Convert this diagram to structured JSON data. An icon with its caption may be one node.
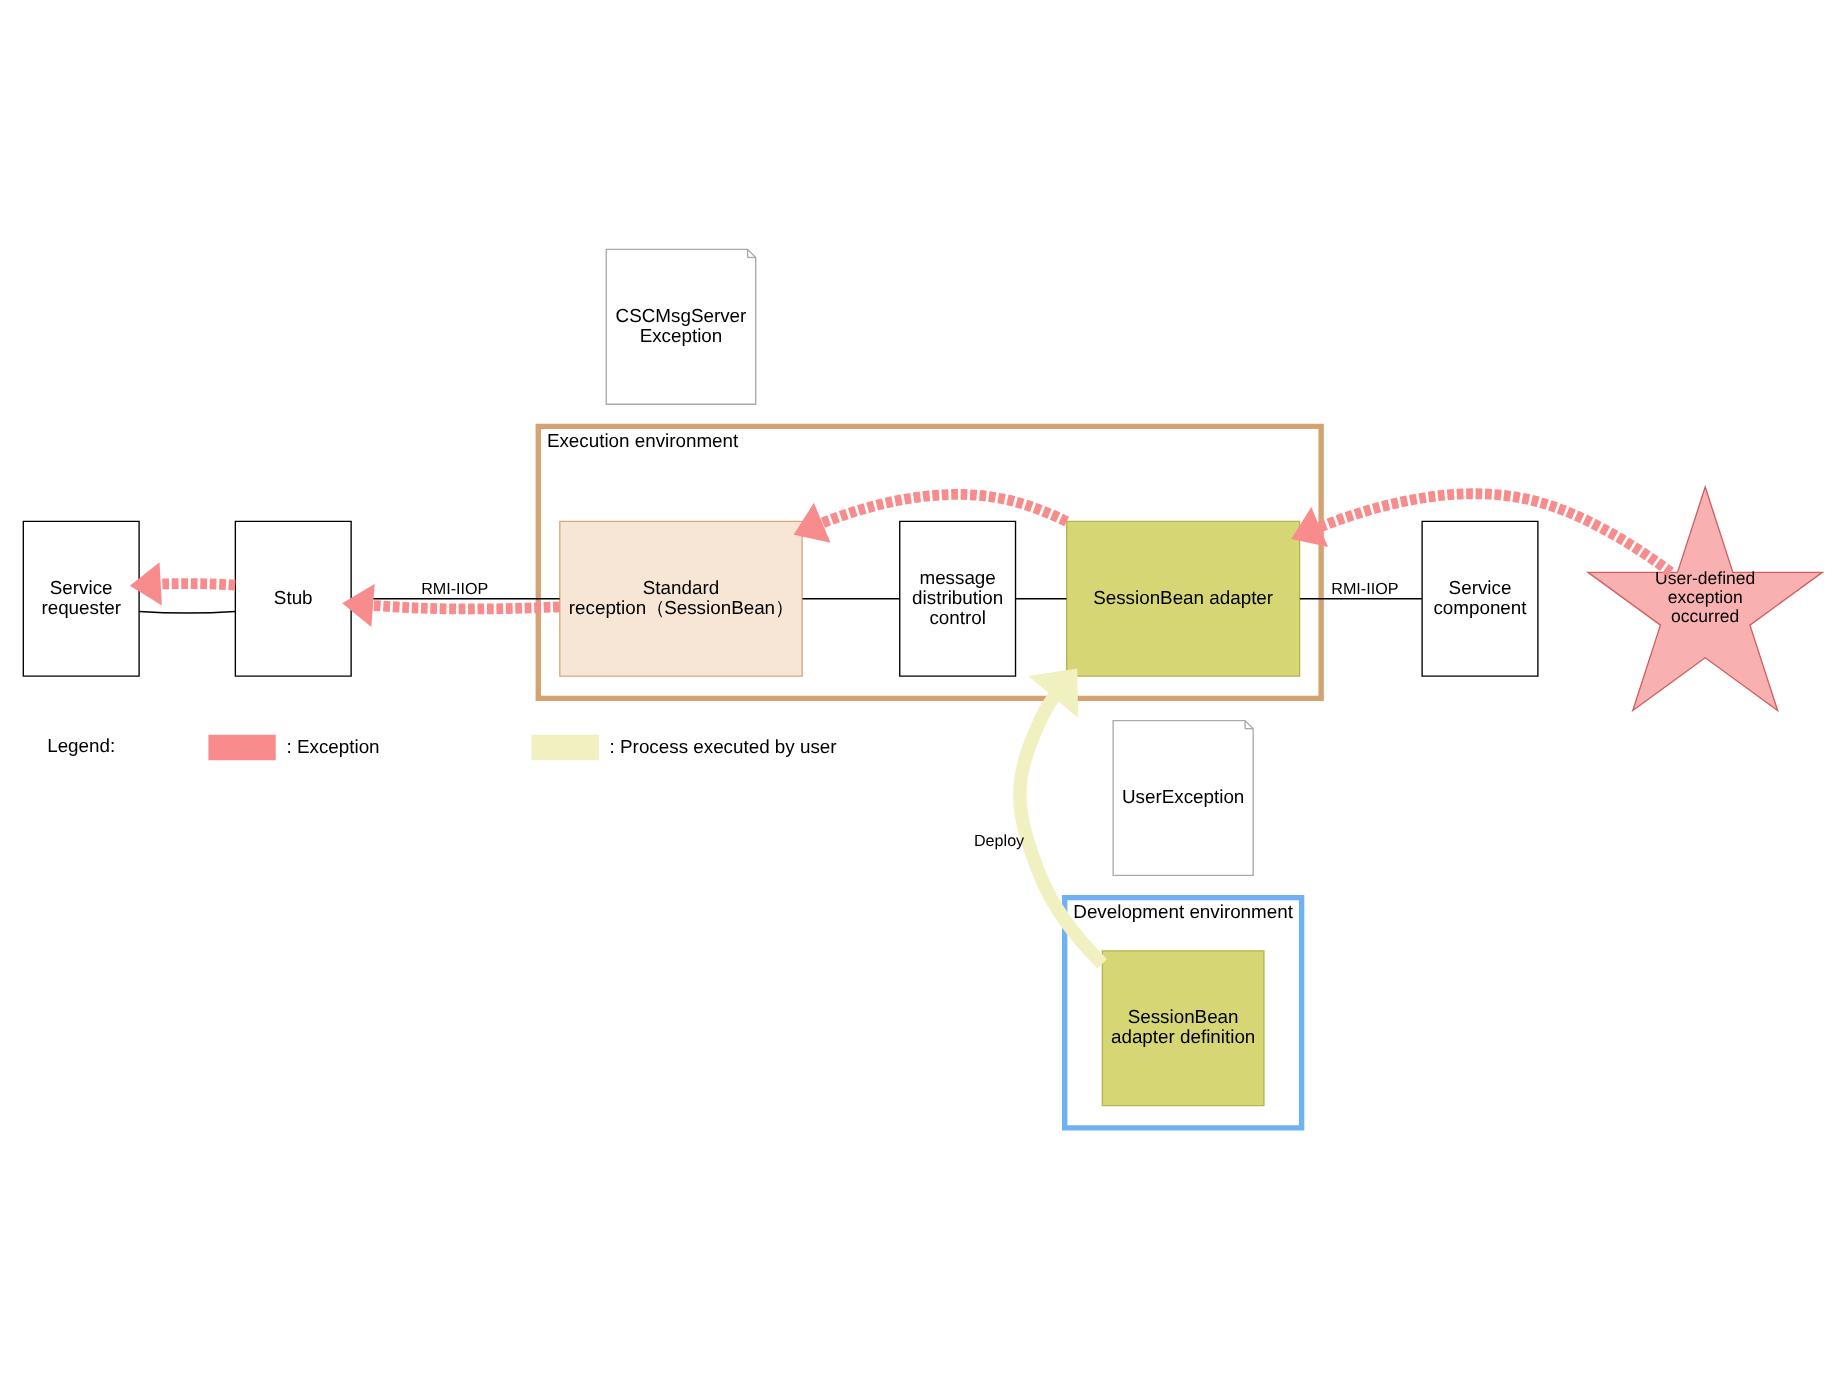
{
  "diagram": {
    "nodes": [
      {
        "text": [
          "Development environment"
        ]
      },
      {
        "text": [
          "SessionBean adapter definition"
        ],
        "in": 0
      },
      {
        "text": [
          "Execution environment"
        ]
      },
      {
        "text": [
          "Service requester"
        ]
      },
      {
        "text": [
          "Stub"
        ]
      },
      {
        "text": [
          "Standard reception（SessionBean）"
        ],
        "in": 2
      },
      {
        "text": [
          "message distribution control"
        ],
        "in": 2
      },
      {
        "text": [
          "SessionBean adapter"
        ],
        "in": 2
      },
      {
        "text": [
          "Service component"
        ]
      },
      {
        "text": [
          "User-defined exception occurred"
        ]
      },
      {
        "text": [
          "CSCMsgServer Exception"
        ]
      },
      {
        "text": [
          "UserException"
        ]
      }
    ],
    "edges": [
      {
        "from": 3,
        "to": 4,
        "arrow": "none"
      },
      {
        "from": 4,
        "to": 5,
        "arrow": "none",
        "label": "RMI-IIOP"
      },
      {
        "from": 5,
        "to": 6,
        "arrow": "none"
      },
      {
        "from": 6,
        "to": 7,
        "arrow": "none"
      },
      {
        "from": 7,
        "to": 8,
        "arrow": "none",
        "label": "RMI-IIOP"
      },
      {
        "from": 1,
        "to": 7,
        "arrow": "to",
        "label": "Deploy",
        "style": "thick",
        "color": "#f0f0c0"
      },
      {
        "from": 9,
        "to": 7,
        "arrow": "to",
        "style": "dashed",
        "color": "#f88c8c"
      },
      {
        "from": 7,
        "to": 5,
        "arrow": "to",
        "style": "dashed",
        "color": "#f88c8c"
      },
      {
        "from": 5,
        "to": 4,
        "arrow": "to",
        "style": "dashed",
        "color": "#f88c8c"
      },
      {
        "from": 4,
        "to": 3,
        "arrow": "to",
        "style": "dashed",
        "color": "#f88c8c"
      }
    ],
    "labels": [
      "Legend:"
    ],
    "legend": [
      {
        "text": ": Exception"
      },
      {
        "text": ": Process executed by user"
      }
    ]
  }
}
